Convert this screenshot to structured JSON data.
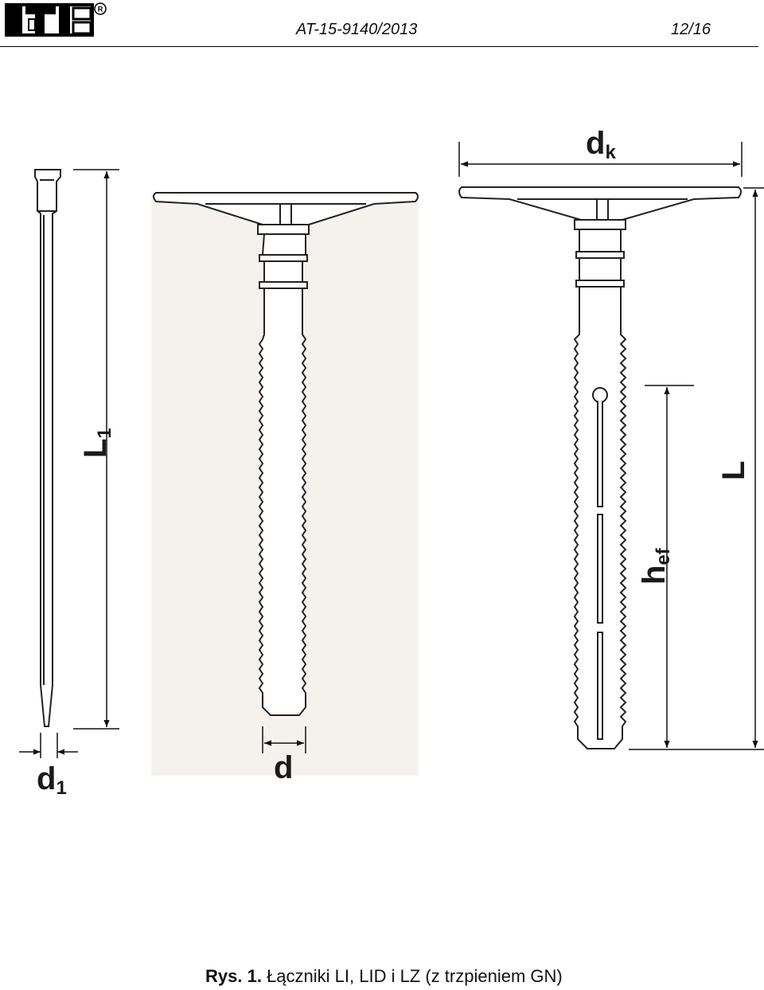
{
  "header": {
    "logo_name": "ITB",
    "document_id": "AT-15-9140/2013",
    "page": "12/16"
  },
  "figure": {
    "labels": {
      "L1": "L",
      "L1_sub": "1",
      "d1": "d",
      "d1_sub": "1",
      "d": "d",
      "dk": "d",
      "dk_sub": "k",
      "L": "L",
      "hef": "h",
      "hef_sub": "ef"
    }
  },
  "caption": {
    "prefix": "Rys. 1.",
    "text": "Łączniki LI, LID i LZ (z trzpieniem GN)"
  }
}
